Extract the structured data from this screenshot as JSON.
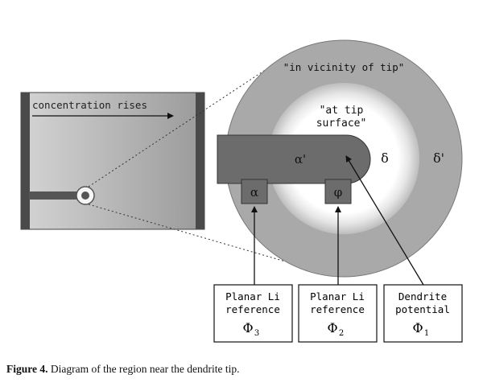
{
  "left_panel": {
    "label": "concentration rises"
  },
  "circle": {
    "outer_label": "\"in vicinity of tip\"",
    "inner_label_line1": "\"at tip",
    "inner_label_line2": "surface\"",
    "alpha_prime": "α'",
    "delta": "δ",
    "delta_prime": "δ'",
    "alpha": "α",
    "phi": "φ"
  },
  "boxes": [
    {
      "line1": "Planar Li",
      "line2": "reference",
      "symbol": "Φ",
      "subscript": "3"
    },
    {
      "line1": "Planar Li",
      "line2": "reference",
      "symbol": "Φ",
      "subscript": "2"
    },
    {
      "line1": "Dendrite",
      "line2": "potential",
      "symbol": "Φ",
      "subscript": "1"
    }
  ],
  "caption": {
    "label": "Figure 4.",
    "text": "Diagram of the region near the dendrite tip."
  }
}
